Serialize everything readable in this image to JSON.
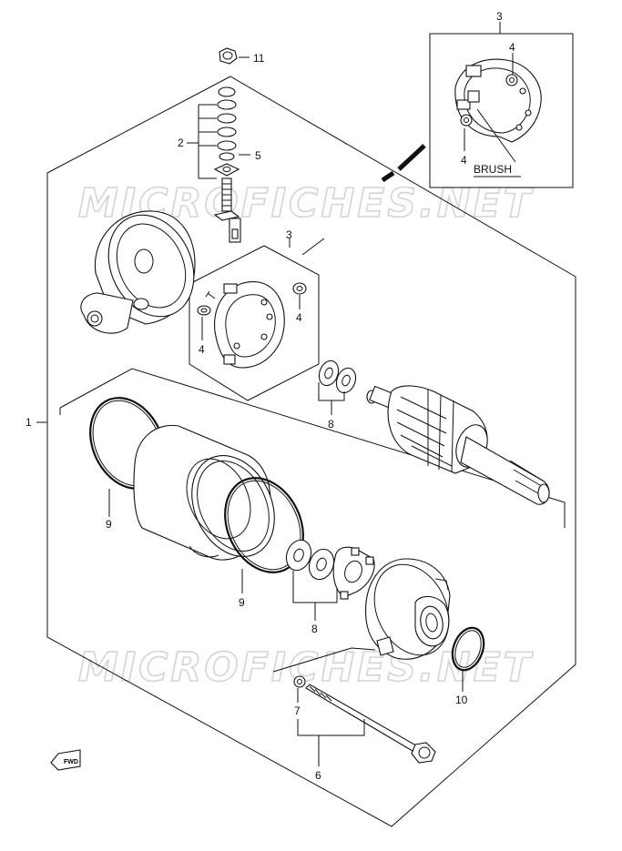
{
  "watermark": {
    "text": "MICROFICHES.NET"
  },
  "callouts": {
    "c1": "1",
    "c2": "2",
    "c3_inset": "3",
    "c3_main": "3",
    "c4_inset_top": "4",
    "c4_inset_bottom": "4",
    "c4_left": "4",
    "c4_right": "4",
    "c5": "5",
    "c6": "6",
    "c7": "7",
    "c8_upper": "8",
    "c8_lower": "8",
    "c9_left": "9",
    "c9_mid": "9",
    "c10": "10",
    "c11": "11"
  },
  "inset": {
    "brush_label": "BRUSH"
  },
  "fwd_badge": {
    "text": "FWD"
  }
}
